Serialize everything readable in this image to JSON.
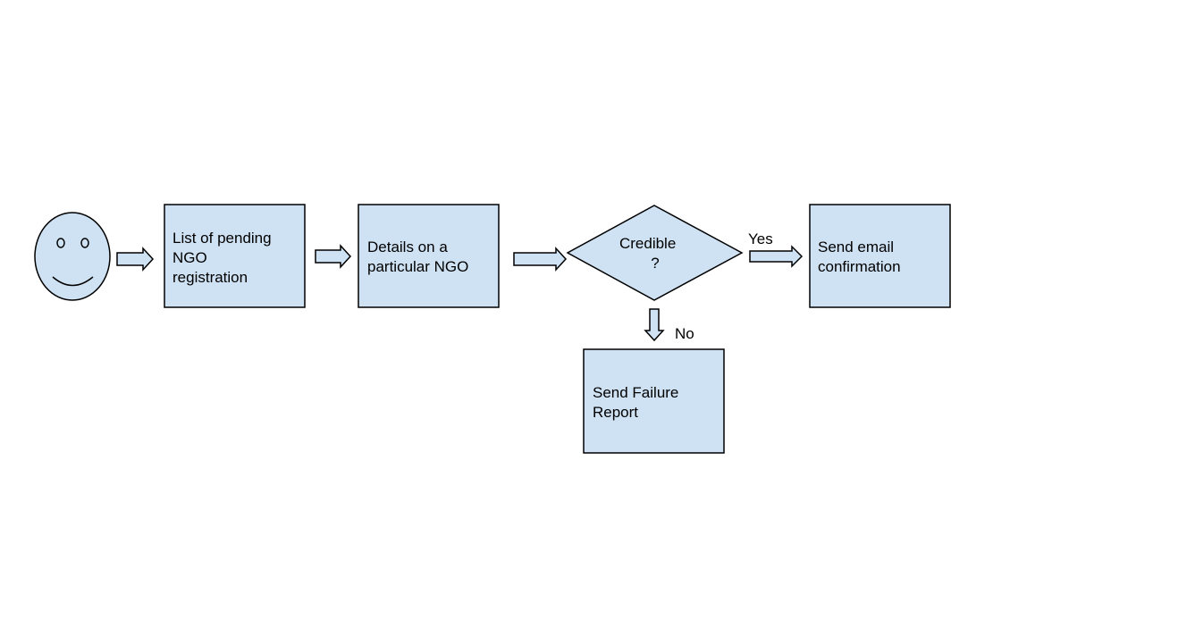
{
  "nodes": {
    "actor": {
      "icon": "smiley-face-icon"
    },
    "pending_list": {
      "lines": [
        "List of pending",
        "NGO",
        "registration"
      ]
    },
    "ngo_details": {
      "lines": [
        "Details on a",
        "particular NGO"
      ]
    },
    "credible_decision": {
      "lines": [
        "Credible",
        "?"
      ]
    },
    "send_email": {
      "lines": [
        "Send email",
        "confirmation"
      ]
    },
    "send_failure": {
      "lines": [
        "Send Failure",
        "Report"
      ]
    }
  },
  "edges": {
    "yes_label": "Yes",
    "no_label": "No"
  },
  "colors": {
    "fill": "#cfe2f3",
    "stroke": "#000000"
  }
}
